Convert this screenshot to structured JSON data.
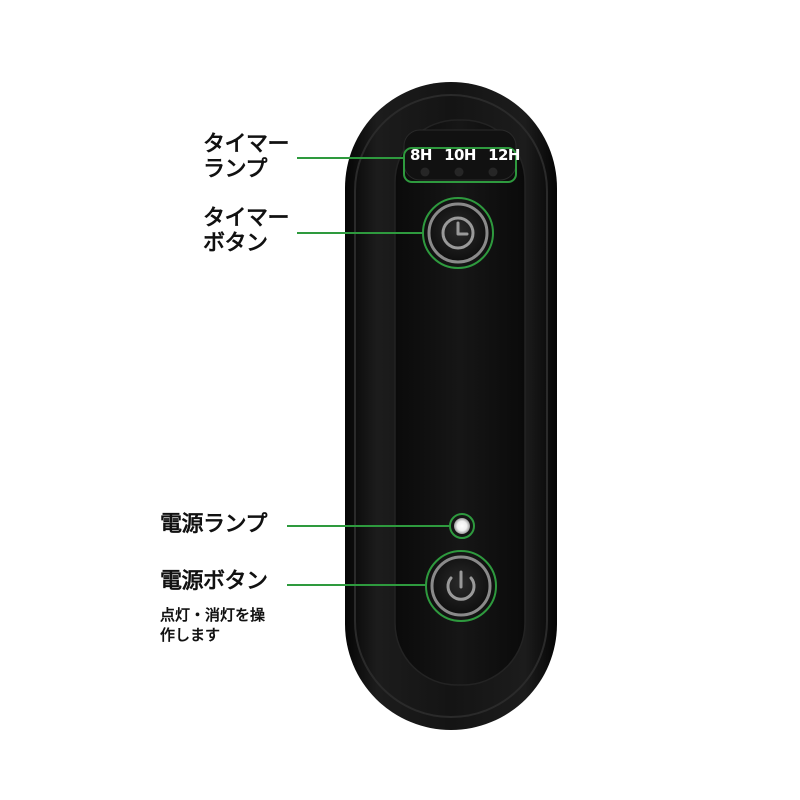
{
  "callouts": {
    "timer_lamp": {
      "line1": "タイマー",
      "line2": "ランプ"
    },
    "timer_button": {
      "line1": "タイマー",
      "line2": "ボタン"
    },
    "power_lamp": {
      "label": "電源ランプ"
    },
    "power_button": {
      "label": "電源ボタン",
      "note_line1": "点灯・消灯を操",
      "note_line2": "作します"
    }
  },
  "timer_levels": [
    "8H",
    "10H",
    "12H"
  ],
  "colors": {
    "callout_line": "#2e9a3e",
    "device_body": "#0f0f0f",
    "button_ring": "#8a8a8a",
    "power_lamp": "#f4f4f4"
  },
  "icons": {
    "timer_button": "clock-icon",
    "power_button": "power-icon"
  }
}
